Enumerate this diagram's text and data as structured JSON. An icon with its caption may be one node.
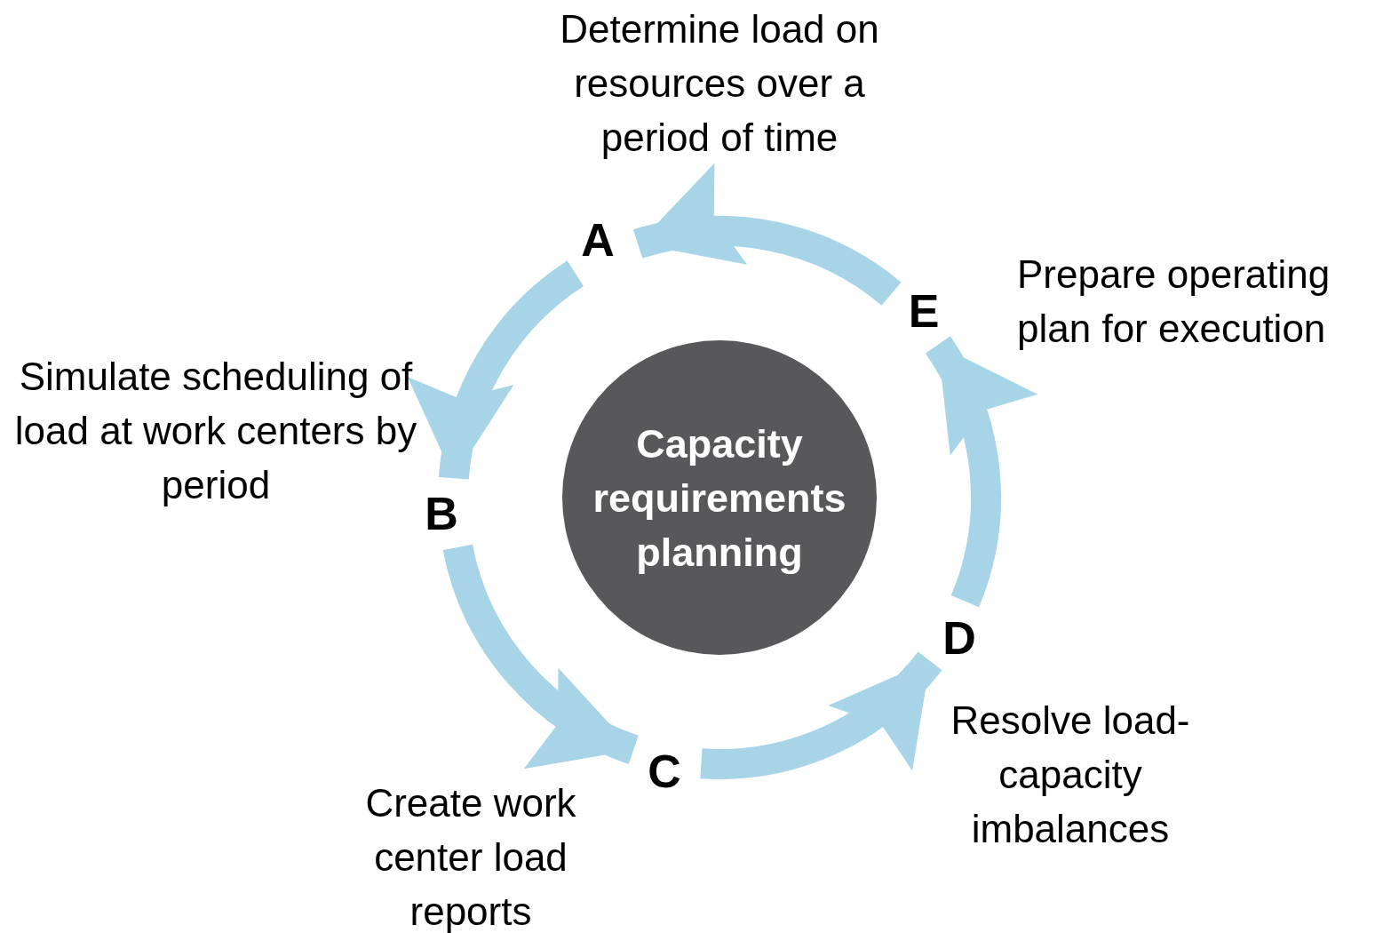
{
  "diagram": {
    "nodes": [
      {
        "text": [
          "Capacity requirements planning"
        ]
      },
      {
        "text": [
          "A"
        ],
        "beside": [
          "Determine load on resources over a period of time"
        ]
      },
      {
        "text": [
          "B"
        ],
        "beside": [
          "Simulate scheduling of load at work centers by period"
        ]
      },
      {
        "text": [
          "C"
        ],
        "beside": [
          "Create work center load reports"
        ]
      },
      {
        "text": [
          "D"
        ],
        "beside": [
          "Resolve load-capacity imbalances"
        ]
      },
      {
        "text": [
          "E"
        ],
        "beside": [
          "Prepare operating plan for execution"
        ]
      }
    ],
    "edges": [
      {
        "from": 5,
        "to": 1,
        "arrow": "to"
      },
      {
        "from": 1,
        "to": 2,
        "arrow": "to"
      },
      {
        "from": 2,
        "to": 3,
        "arrow": "to"
      },
      {
        "from": 3,
        "to": 4,
        "arrow": "to"
      },
      {
        "from": 4,
        "to": 5,
        "arrow": "to"
      }
    ]
  }
}
